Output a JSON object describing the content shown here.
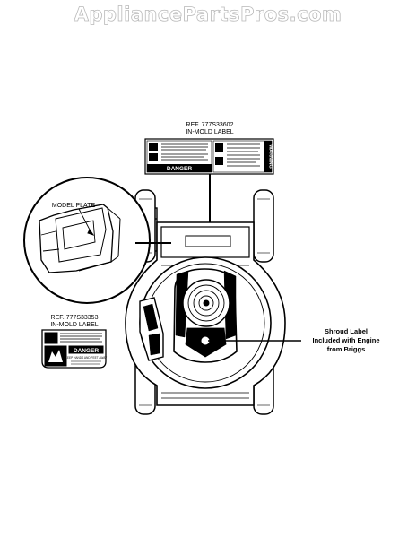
{
  "watermark": "AppliancePartsPros.com",
  "callouts": {
    "top_label_ref": "REF. 777S33602",
    "top_label_type": "IN-MOLD LABEL",
    "left_label_ref": "REF. 777S33353",
    "left_label_type": "IN-MOLD LABEL",
    "model_plate": "MODEL PLATE",
    "shroud_line1": "Shroud Label",
    "shroud_line2": "Included with Engine",
    "shroud_line3": "from Briggs"
  },
  "decals": {
    "danger_word": "DANGER",
    "danger_subtext": "KEEP HANDS AND FEET AWAY",
    "top_danger_word": "DANGER",
    "top_warning_word": "WARNING"
  }
}
